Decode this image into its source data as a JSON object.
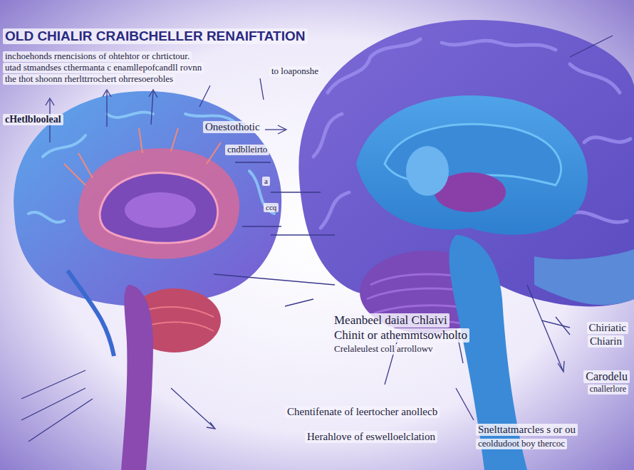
{
  "diagram": {
    "title": "OLD CHIALIR CRAIBCHELLER RENAIFTATION",
    "labels": [
      "inchoehonds rnencisions of ohtehtor  or chrtictour.",
      "utad stmandses cthermanta c enamllepofcandll rovnn",
      "the thot shoonn rherlttrrochert ohrresoerobles",
      "to loaponshe",
      "cHetlblooleal",
      "Onestothotic",
      "cndblleirto",
      "a",
      "ccq",
      "Meanbeel daial Chlaivi",
      "Chinit or athemmtsowholto",
      "Crelaleulest coll arrollowv",
      "Chentifenate of leertocher anollecb",
      "Herahlove of eswelloelclation",
      "Chiriatic",
      "Chiarin",
      "Carodelu",
      "cnallerlore",
      "Snelttatmarcles s or ou",
      "ceoldudoot boy thercoc"
    ]
  }
}
